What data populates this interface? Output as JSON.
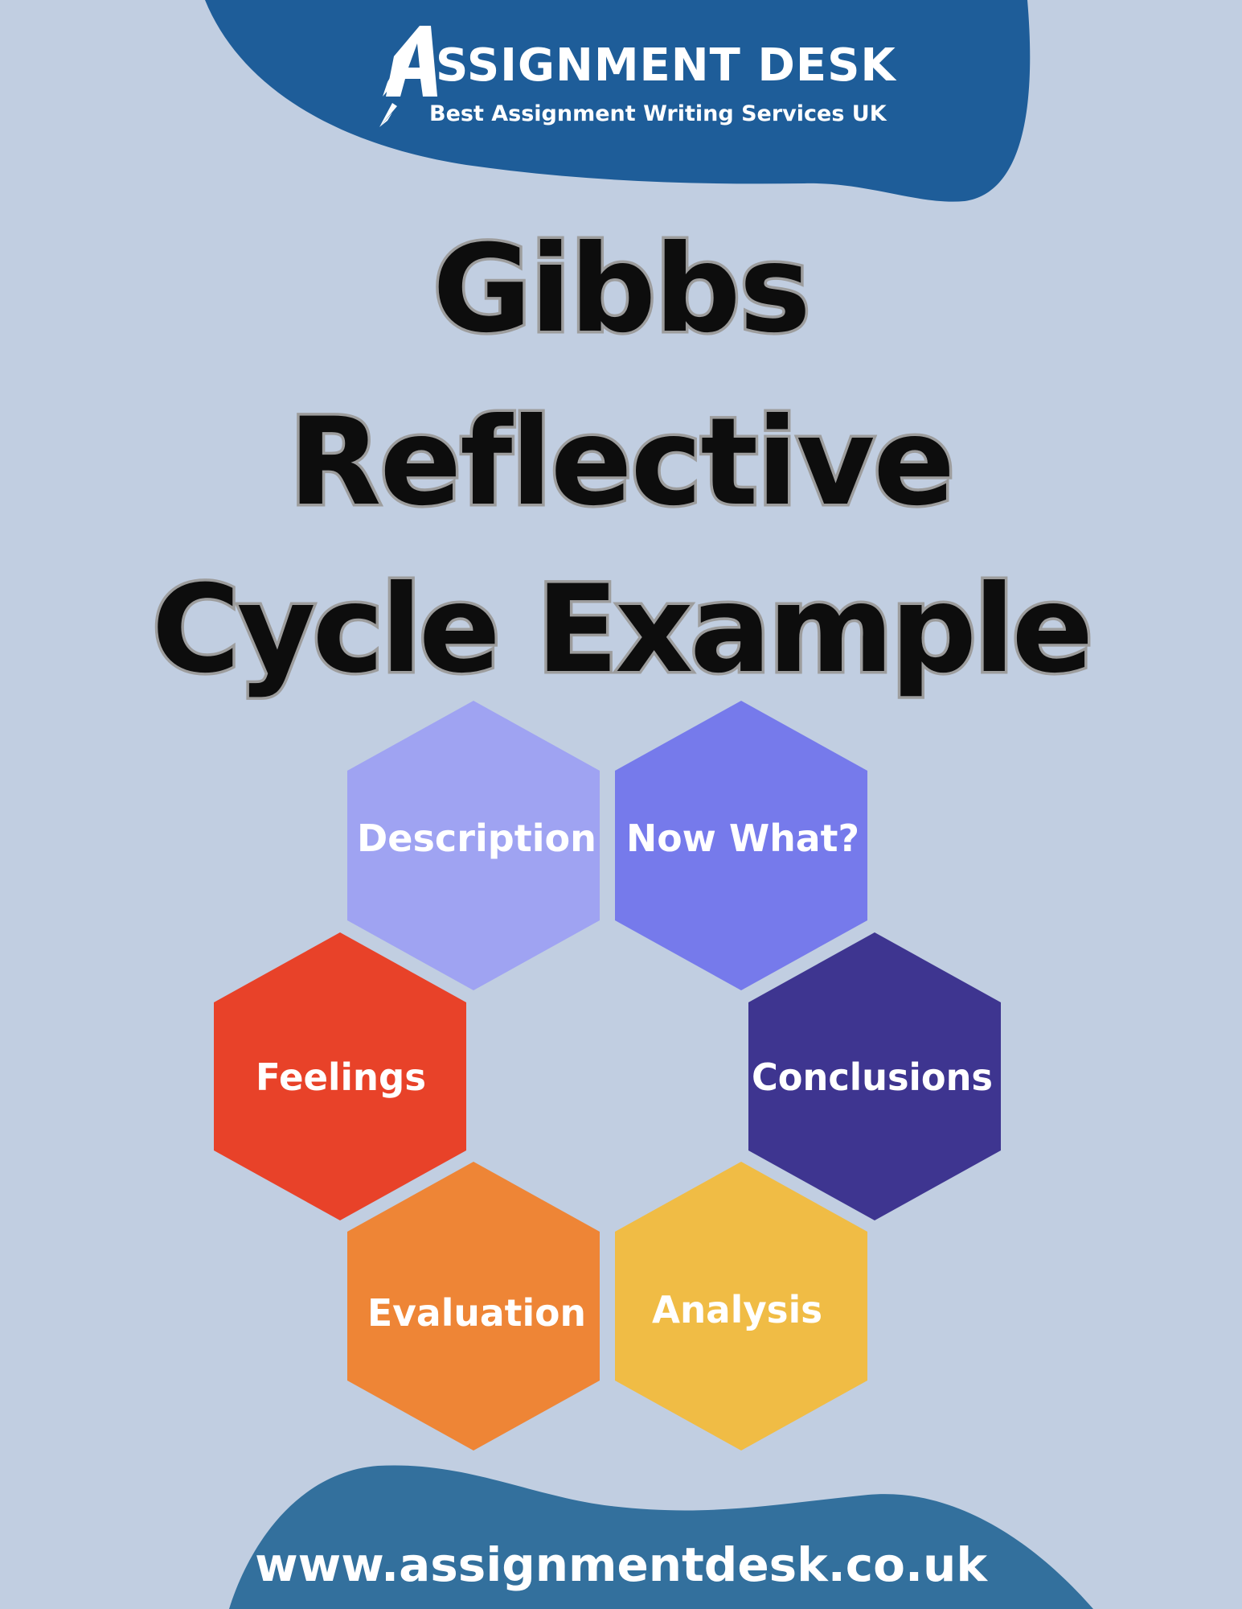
{
  "brand": {
    "name": "SSIGNMENT DESK",
    "tagline": "Best Assignment Writing Services UK",
    "primary_color": "#1e5d99"
  },
  "title": {
    "line1": "Gibbs",
    "line2": "Reflective",
    "line3": "Cycle Example"
  },
  "cycle": {
    "stages": [
      {
        "label": "Description",
        "color": "#9fa3f2"
      },
      {
        "label": "Now What?",
        "color": "#767aeb"
      },
      {
        "label": "Feelings",
        "color": "#e84229"
      },
      {
        "label": "Conclusions",
        "color": "#3e3590"
      },
      {
        "label": "Evaluation",
        "color": "#ee8536"
      },
      {
        "label": "Analysis",
        "color": "#f0bc45"
      }
    ]
  },
  "footer": {
    "website": "www.assignmentdesk.co.uk"
  },
  "colors": {
    "background": "#c1cee1",
    "blob_top": "#1e5d99",
    "blob_bottom": "#33709d"
  }
}
